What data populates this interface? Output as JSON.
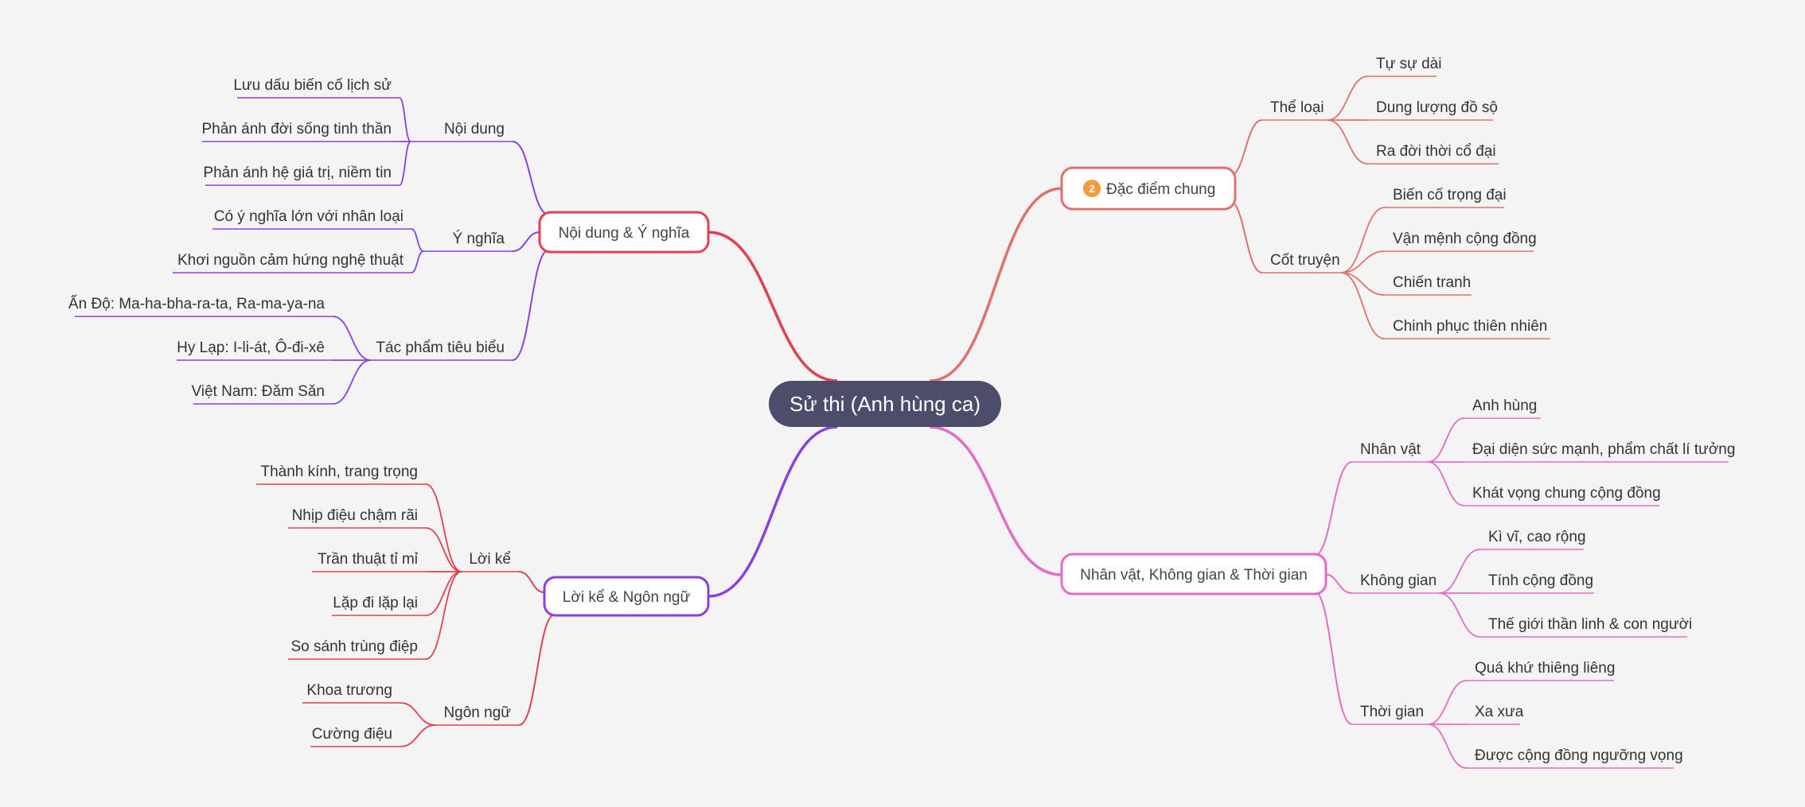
{
  "center": {
    "label": "Sử thi (Anh hùng ca)",
    "color": "#4b4d6b"
  },
  "branches": {
    "dac_diem": {
      "label": "Đặc điểm chung",
      "badge": "2",
      "badge_color": "#f59a3c",
      "color": "#e0706d",
      "groups": [
        {
          "label": "Thể loại",
          "items": [
            "Tự sự dài",
            "Dung lượng đồ sộ",
            "Ra đời thời cổ đại"
          ]
        },
        {
          "label": "Cốt truyện",
          "items": [
            "Biến cố trọng đại",
            "Vận mệnh cộng đồng",
            "Chiến tranh",
            "Chinh phục thiên nhiên"
          ]
        }
      ]
    },
    "nhan_vat": {
      "label": "Nhân vật, Không gian & Thời gian",
      "color": "#e46bc8",
      "groups": [
        {
          "label": "Nhân vật",
          "items": [
            "Anh hùng",
            "Đại diện sức mạnh, phẩm chất lí tưởng",
            "Khát vọng chung cộng đồng"
          ]
        },
        {
          "label": "Không gian",
          "items": [
            "Kì vĩ, cao rộng",
            "Tính cộng đồng",
            "Thế giới thần linh & con người"
          ]
        },
        {
          "label": "Thời gian",
          "items": [
            "Quá khứ thiêng liêng",
            "Xa xưa",
            "Được cộng đồng ngưỡng vọng"
          ]
        }
      ]
    },
    "noi_dung": {
      "label": "Nội dung & Ý nghĩa",
      "color": "#e0404f",
      "child_color": "#8a3fe0",
      "groups": [
        {
          "label": "Nội dung",
          "items": [
            "Lưu dấu biến cố lịch sử",
            "Phản ánh đời sống tinh thần",
            "Phản ánh hệ giá trị, niềm tin"
          ]
        },
        {
          "label": "Ý nghĩa",
          "items": [
            "Có ý nghĩa lớn với nhân loại",
            "Khơi nguồn cảm hứng nghệ thuật"
          ]
        },
        {
          "label": "Tác phẩm tiêu biểu",
          "items": [
            "Ấn Độ: Ma-ha-bha-ra-ta, Ra-ma-ya-na",
            "Hy Lạp: I-li-át, Ô-đi-xê",
            "Việt Nam: Đăm Săn"
          ]
        }
      ]
    },
    "loi_ke": {
      "label": "Lời kể & Ngôn ngữ",
      "color": "#8a3fe0",
      "child_color": "#e0404f",
      "groups": [
        {
          "label": "Lời kể",
          "items": [
            "Thành kính, trang trọng",
            "Nhịp điệu chậm rãi",
            "Trần thuật tỉ mỉ",
            "Lặp đi lặp lại",
            "So sánh trùng điệp"
          ]
        },
        {
          "label": "Ngôn ngữ",
          "items": [
            "Khoa trương",
            "Cường điệu"
          ]
        }
      ]
    }
  }
}
